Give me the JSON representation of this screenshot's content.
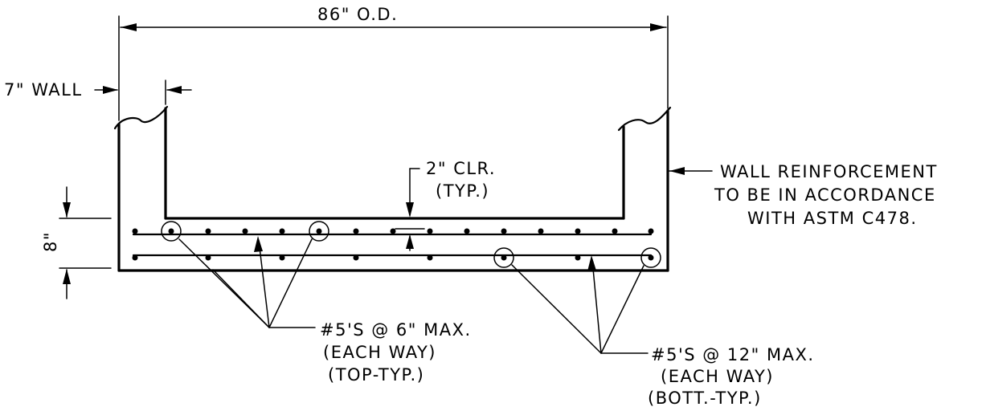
{
  "labels": {
    "overall_dimension": "86\" O.D.",
    "wall_thickness": "7\" WALL",
    "slab_thickness": "8\"",
    "clear_cover": {
      "line1": "2\" CLR.",
      "line2": "(TYP.)"
    },
    "wall_reinforcement": {
      "line1": "WALL REINFORCEMENT",
      "line2": "TO BE IN ACCORDANCE",
      "line3": "WITH ASTM C478."
    },
    "top_bars": {
      "line1": "#5'S @ 6\" MAX.",
      "line2": "(EACH WAY)",
      "line3": "(TOP-TYP.)"
    },
    "bottom_bars": {
      "line1": "#5'S @ 12\" MAX.",
      "line2": "(EACH WAY)",
      "line3": "(BOTT.-TYP.)"
    }
  },
  "colors": {
    "ink": "#000000",
    "paper": "#ffffff"
  }
}
